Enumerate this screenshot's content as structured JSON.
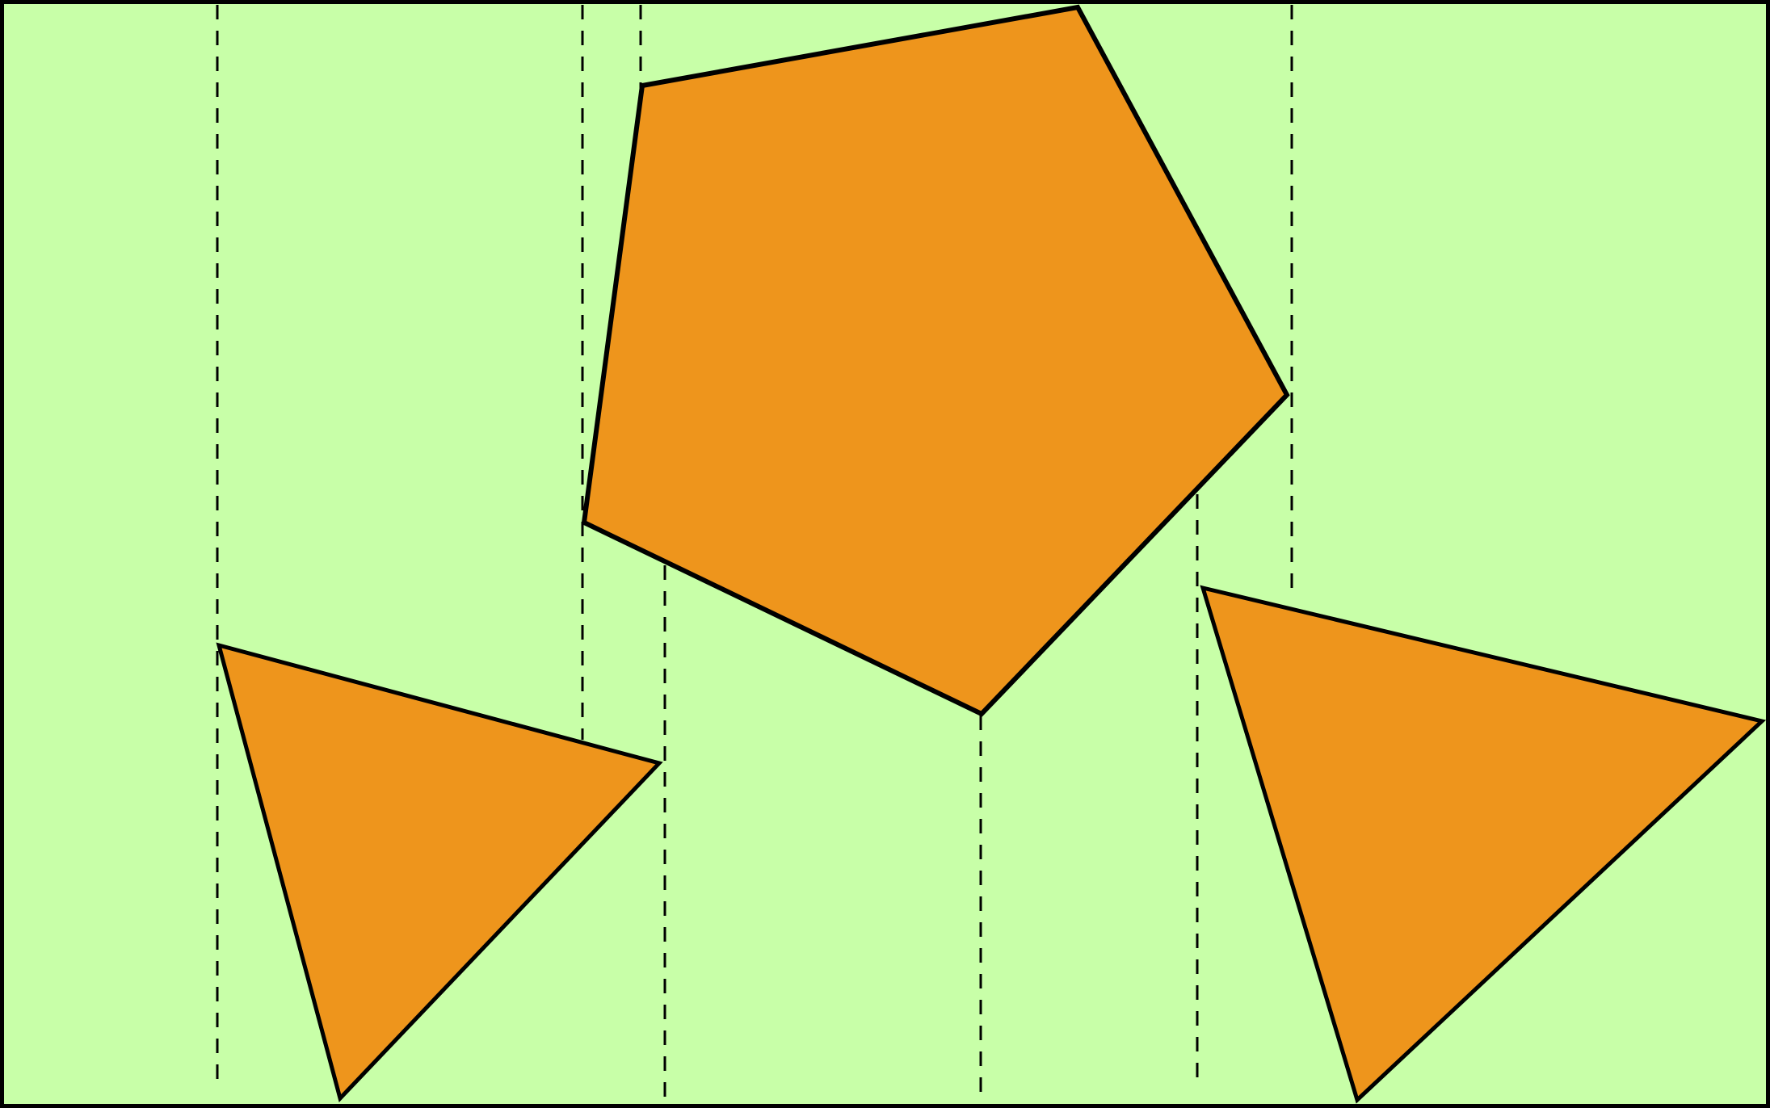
{
  "colors": {
    "background": "#c8ffa8",
    "shape_fill": "#ee951c",
    "stroke": "#000000",
    "guide": "#000000"
  },
  "shapes": [
    {
      "kind": "pentagon",
      "name": "pentagon"
    },
    {
      "kind": "triangle",
      "name": "triangle-left"
    },
    {
      "kind": "triangle",
      "name": "triangle-right"
    }
  ]
}
